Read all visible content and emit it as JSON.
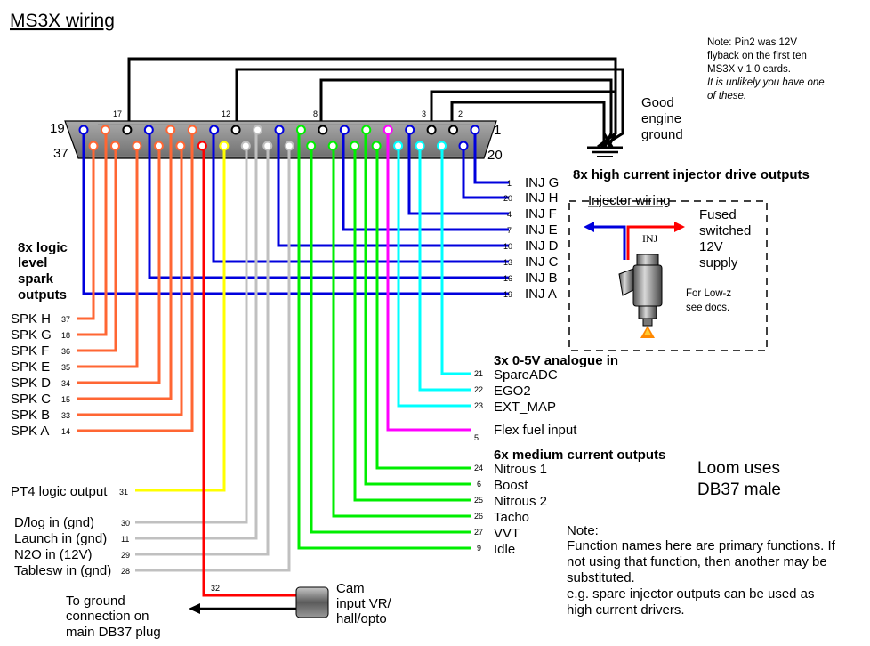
{
  "title": "MS3X wiring",
  "note_pin2": [
    "Note: Pin2 was 12V",
    "flyback on the first ten",
    "MS3X v 1.0 cards."
  ],
  "note_pin2_italic": [
    "It is unlikely you have one",
    "of these."
  ],
  "ground_label": [
    "Good",
    "engine",
    "ground"
  ],
  "connector": {
    "top_left_pin": "19",
    "top_right_pin": "1",
    "bottom_left_pin": "37",
    "bottom_right_pin": "20",
    "top_pin_markers": [
      "17",
      "12",
      "8",
      "3",
      "2"
    ]
  },
  "colors": {
    "injector": "#0000dd",
    "spark": "#ff6633",
    "trigger": "#ff0000",
    "logic": "#ffff00",
    "input": "#c0c0c0",
    "output": "#00ee00",
    "analogue": "#00ffff",
    "flex": "#ff00ff",
    "ground": "#000000"
  },
  "injector_header": "8x high current injector drive outputs",
  "injector_outputs": [
    {
      "pin": "1",
      "label": "INJ G"
    },
    {
      "pin": "20",
      "label": "INJ H"
    },
    {
      "pin": "4",
      "label": "INJ F"
    },
    {
      "pin": "7",
      "label": "INJ E"
    },
    {
      "pin": "10",
      "label": "INJ D"
    },
    {
      "pin": "13",
      "label": "INJ C"
    },
    {
      "pin": "16",
      "label": "INJ B"
    },
    {
      "pin": "19",
      "label": "INJ A"
    }
  ],
  "injector_box": {
    "title": "Injector wiring",
    "supply": [
      "Fused",
      "switched",
      "12V",
      "supply"
    ],
    "tag": "INJ",
    "lowz": [
      "For Low-z",
      "see docs."
    ]
  },
  "spark_header": [
    "8x logic",
    "level",
    "spark",
    "outputs"
  ],
  "spark_outputs": [
    {
      "label": "SPK H",
      "pin": "37"
    },
    {
      "label": "SPK G",
      "pin": "18"
    },
    {
      "label": "SPK F",
      "pin": "36"
    },
    {
      "label": "SPK E",
      "pin": "35"
    },
    {
      "label": "SPK D",
      "pin": "34"
    },
    {
      "label": "SPK C",
      "pin": "15"
    },
    {
      "label": "SPK B",
      "pin": "33"
    },
    {
      "label": "SPK A",
      "pin": "14"
    }
  ],
  "analogue_header": "3x 0-5V analogue in",
  "analogue_inputs": [
    {
      "pin": "21",
      "label": "SpareADC"
    },
    {
      "pin": "22",
      "label": "EGO2"
    },
    {
      "pin": "23",
      "label": "EXT_MAP"
    }
  ],
  "flex": {
    "pin": "5",
    "label": "Flex fuel input"
  },
  "medium_header": "6x medium current outputs",
  "medium_outputs": [
    {
      "pin": "24",
      "label": "Nitrous 1"
    },
    {
      "pin": "6",
      "label": "Boost"
    },
    {
      "pin": "25",
      "label": "Nitrous 2"
    },
    {
      "pin": "26",
      "label": "Tacho"
    },
    {
      "pin": "27",
      "label": "VVT"
    },
    {
      "pin": "9",
      "label": "Idle"
    }
  ],
  "pt4": {
    "label": "PT4 logic output",
    "pin": "31"
  },
  "switch_inputs": [
    {
      "label": "D/log in (gnd)",
      "pin": "30"
    },
    {
      "label": "Launch in (gnd)",
      "pin": "11"
    },
    {
      "label": "N2O in (12V)",
      "pin": "29"
    },
    {
      "label": "Tablesw in (gnd)",
      "pin": "28"
    }
  ],
  "cam": {
    "pin": "32",
    "label": [
      "Cam",
      "input VR/",
      "hall/opto"
    ]
  },
  "to_ground": [
    "To ground",
    "connection on",
    "main DB37 plug"
  ],
  "loom": [
    "Loom uses",
    "DB37 male"
  ],
  "function_note": [
    "Note:",
    "Function names here are primary functions. If",
    "not using that function, then another may be",
    "substituted.",
    "e.g. spare injector outputs can be used as",
    "high current drivers."
  ]
}
